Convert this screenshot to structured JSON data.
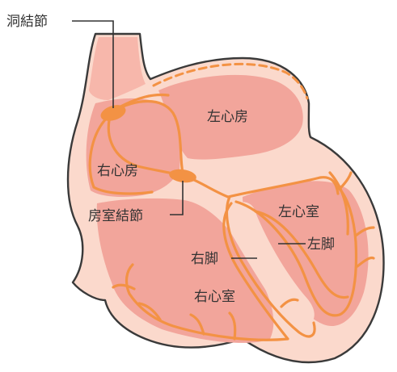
{
  "labels": {
    "sinoatrial_node": "洞結節",
    "left_atrium": "左心房",
    "right_atrium": "右心房",
    "av_node": "房室結節",
    "left_ventricle": "左心室",
    "left_bundle_branch": "左脚",
    "right_bundle_branch": "右脚",
    "right_ventricle": "右心室"
  },
  "colors": {
    "outer_tissue": "#fbd9cc",
    "outline": "#3a3a3a",
    "chamber": "#f2a59b",
    "chamber_inner": "#f7b7ab",
    "conduction": "#f39244",
    "node": "#f39244",
    "label_text": "#333333",
    "leader_line": "#333333"
  }
}
